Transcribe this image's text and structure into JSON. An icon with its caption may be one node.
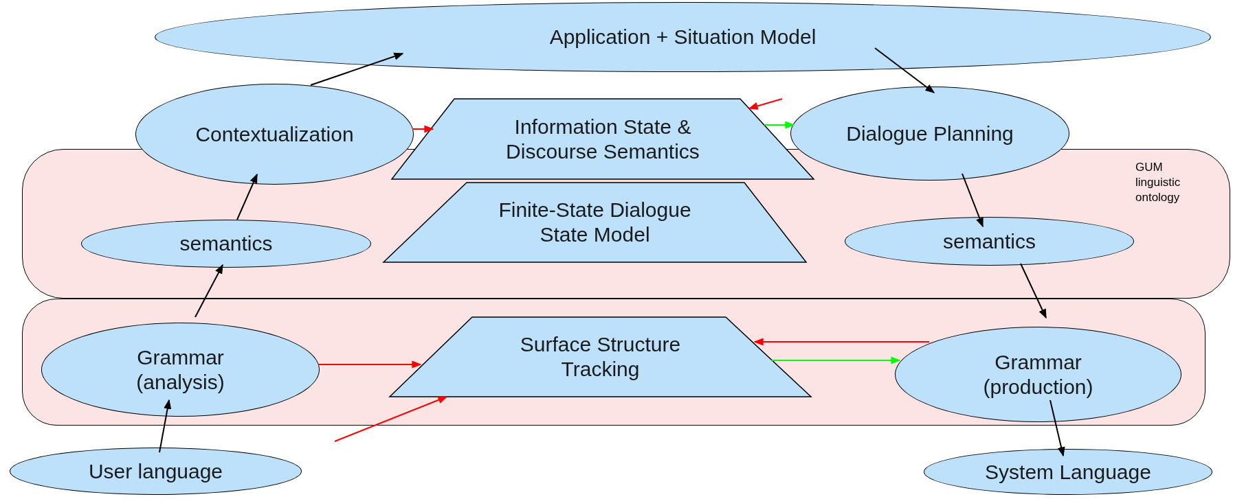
{
  "diagram": {
    "nodes": [
      {
        "text": [
          "Application + Situation Model"
        ]
      },
      {
        "text": [
          "Contextualization"
        ]
      },
      {
        "text": [
          "Information State & Discourse Semantics"
        ]
      },
      {
        "text": [
          "Dialogue Planning"
        ]
      },
      {
        "text": [
          "GUM linguistic ontology"
        ]
      },
      {
        "text": [
          "semantics"
        ],
        "in": 4
      },
      {
        "text": [
          "Finite-State Dialogue State Model"
        ],
        "in": 4
      },
      {
        "text": [
          "semantics"
        ],
        "in": 4
      },
      {
        "text": [],
        "shape": "box"
      },
      {
        "text": [
          "Grammar (analysis)"
        ],
        "in": 8
      },
      {
        "text": [
          "Surface Structure Tracking"
        ],
        "in": 8
      },
      {
        "text": [
          "Grammar (production)"
        ],
        "in": 8
      },
      {
        "text": [
          "User language"
        ]
      },
      {
        "text": [
          "System Language"
        ]
      }
    ],
    "edges": [
      {
        "from": 12,
        "to": 9,
        "arrow": "to"
      },
      {
        "from": 9,
        "to": 5,
        "arrow": "to"
      },
      {
        "from": 5,
        "to": 1,
        "arrow": "to"
      },
      {
        "from": 1,
        "to": 0,
        "arrow": "to"
      },
      {
        "from": 0,
        "to": 3,
        "arrow": "to"
      },
      {
        "from": 3,
        "to": 7,
        "arrow": "to"
      },
      {
        "from": 7,
        "to": 11,
        "arrow": "to"
      },
      {
        "from": 11,
        "to": 13,
        "arrow": "to"
      },
      {
        "from": 1,
        "to": 2,
        "arrow": "to",
        "color": "#ff0000"
      },
      {
        "from": 3,
        "to": 2,
        "arrow": "to",
        "color": "#ff0000"
      },
      {
        "from": 2,
        "to": 3,
        "arrow": "to",
        "color": "#00ff00"
      },
      {
        "from": 11,
        "to": 10,
        "arrow": "to",
        "color": "#ff0000"
      },
      {
        "from": 10,
        "to": 11,
        "arrow": "to",
        "color": "#00ff00"
      },
      {
        "from": 9,
        "to": 10,
        "arrow": "to",
        "color": "#ff0000"
      },
      {
        "from": null,
        "to": 10,
        "arrow": "to",
        "color": "#ff0000"
      }
    ]
  }
}
